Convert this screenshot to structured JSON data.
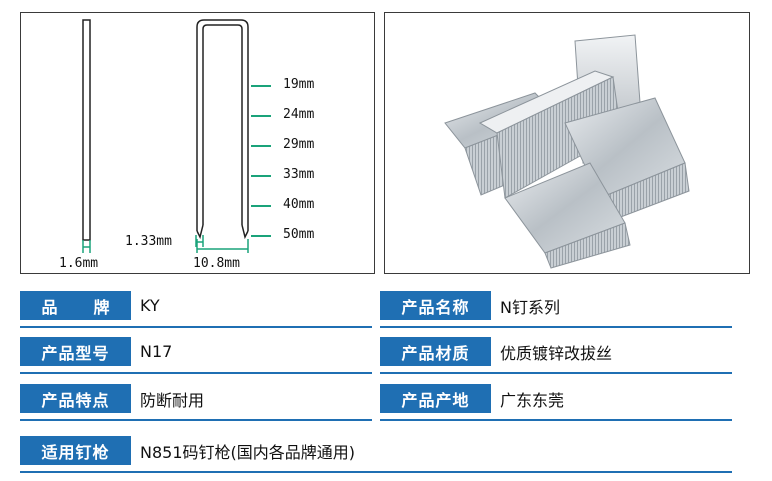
{
  "diagram": {
    "wire_width_label": "1.6mm",
    "wire_thickness_label": "1.33mm",
    "crown_width_label": "10.8mm",
    "leg_lengths": [
      "19mm",
      "24mm",
      "29mm",
      "33mm",
      "40mm",
      "50mm"
    ]
  },
  "specs": {
    "brand": {
      "label": "品　牌",
      "value": "KY"
    },
    "product_name": {
      "label": "产品名称",
      "value": "N钉系列"
    },
    "model": {
      "label": "产品型号",
      "value": "N17"
    },
    "material": {
      "label": "产品材质",
      "value": "优质镀锌改拔丝"
    },
    "features": {
      "label": "产品特点",
      "value": "防断耐用"
    },
    "origin": {
      "label": "产品产地",
      "value": "广东东莞"
    },
    "compatible_gun": {
      "label": "适用钉枪",
      "value": "N851码钉枪(国内各品牌通用)"
    }
  },
  "colors": {
    "accent": "#1f6fb3",
    "dimension_line": "#1aa37a",
    "frame": "#3a3a3a"
  }
}
